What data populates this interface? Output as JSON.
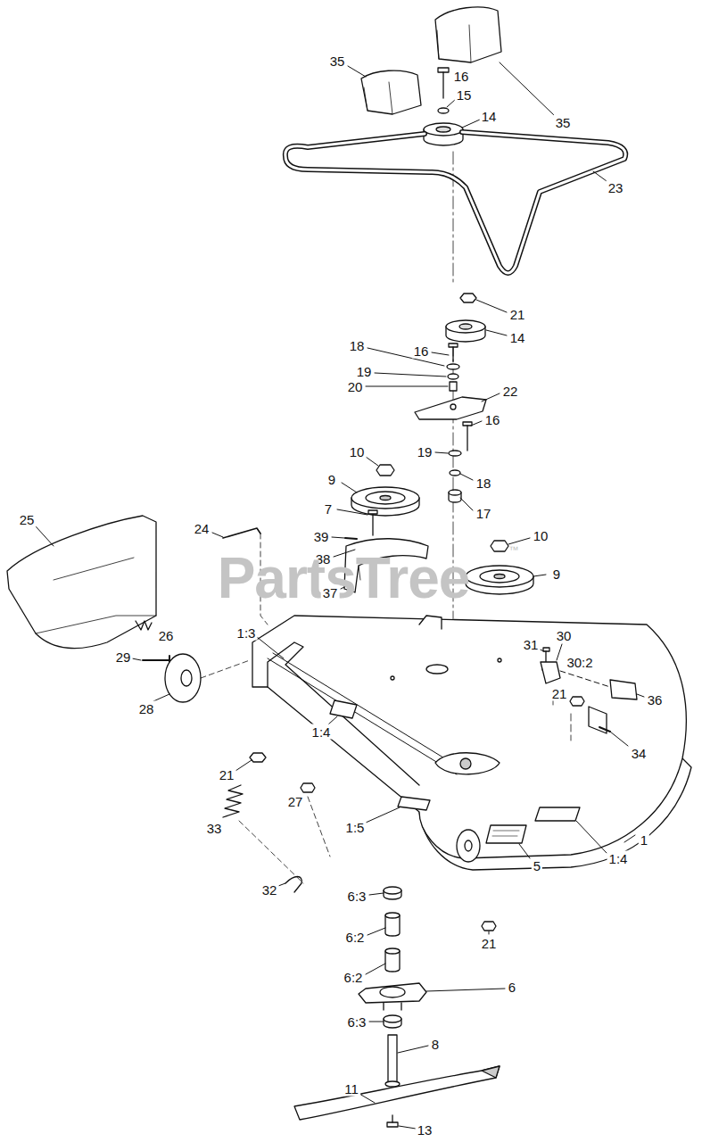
{
  "diagram": {
    "labels": [
      "35",
      "16",
      "35",
      "15",
      "14",
      "23",
      "21",
      "14",
      "18",
      "16",
      "19",
      "20",
      "22",
      "16",
      "10",
      "19",
      "9",
      "18",
      "7",
      "17",
      "25",
      "24",
      "10",
      "39",
      "38",
      "9",
      "PartsTree",
      "™",
      "37",
      "26",
      "1:3",
      "30",
      "31",
      "29",
      "30:2",
      "21",
      "36",
      "28",
      "1:4",
      "34",
      "21",
      "27",
      "33",
      "1:5",
      "1",
      "1:4",
      "5",
      "32",
      "6:3",
      "6:2",
      "21",
      "6:2",
      "6",
      "6:3",
      "8",
      "11",
      "13"
    ]
  }
}
